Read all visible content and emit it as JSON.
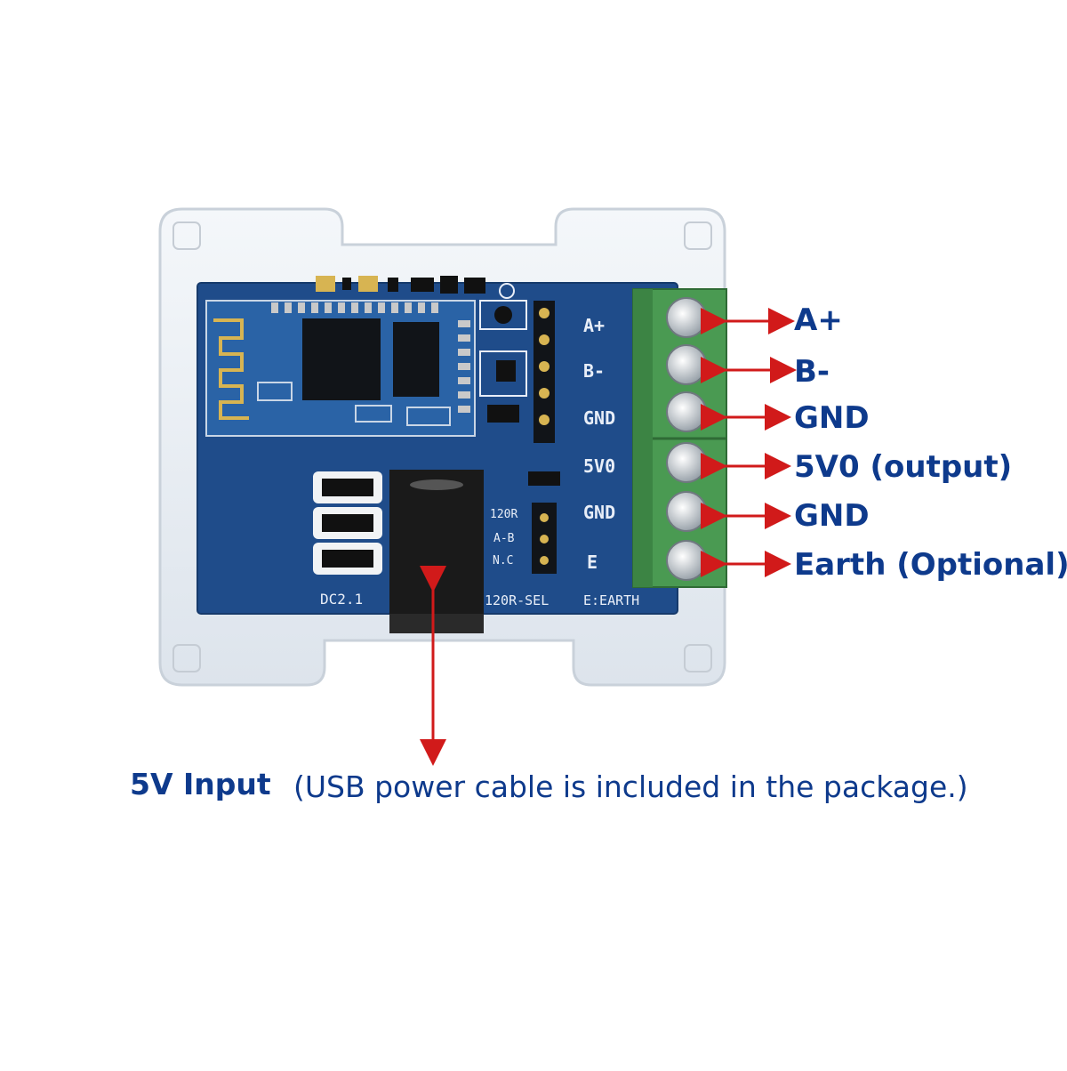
{
  "pin_labels": [
    "A+",
    "B-",
    "GND",
    "5V0 (output)",
    "GND",
    "Earth (Optional)"
  ],
  "silkscreen": {
    "pins": [
      "A+",
      "B-",
      "GND",
      "5V0",
      "GND",
      "E"
    ],
    "dc_jack": "DC2.1",
    "jumper_select": "120R-SEL",
    "earth": "E:EARTH",
    "jumper_120r": "120R",
    "jumper_ab": "A-B",
    "jumper_nc": "N.C"
  },
  "caption": {
    "main": "5V Input",
    "note": "(USB power cable is included in the package.)"
  },
  "colors": {
    "label_text": "#0e3a8c",
    "arrow": "#d11a1a",
    "pcb": "#1f4c8a",
    "terminal_block": "#4a9a52",
    "enclosure": "#e6ecf2"
  }
}
